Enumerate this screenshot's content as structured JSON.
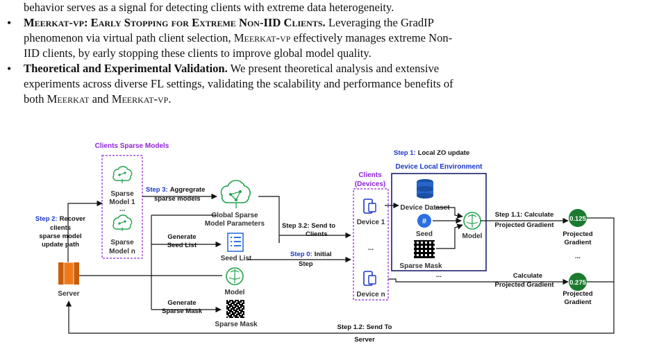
{
  "text": {
    "line0": "behavior serves as a signal for detecting clients with extreme data heterogeneity.",
    "b1_head": "Meerkat-vp: Early Stopping for Extreme Non-IID Clients.",
    "b1_l1": "Leveraging the GradIP",
    "b1_l2a": "phenomenon via virtual path client selection,",
    "b1_l2_sc": "Meerkat-vp",
    "b1_l2b": "effectively manages extreme Non-",
    "b1_l3": "IID clients, by early stopping these clients to improve global model quality.",
    "b2_head": "Theoretical and Experimental Validation.",
    "b2_l1": "We present theoretical analysis and extensive",
    "b2_l2": "experiments across diverse FL settings, validating the scalability and performance benefits of",
    "b2_l3a": "both",
    "b2_l3_sc1": "Meerkat",
    "b2_l3_and": "and",
    "b2_l3_sc2": "Meerkat-vp."
  },
  "figure": {
    "clients_sparse_models": "Clients Sparse Models",
    "sparse_model_1a": "Sparse",
    "sparse_model_1b": "Model 1",
    "ellipsis": "...",
    "sparse_model_na": "Sparse",
    "sparse_model_nb": "Model n",
    "step3_prefix": "Step 3:",
    "step3_a": "Aggregrate",
    "step3_b": "sparse models",
    "global_a": "Global Sparse",
    "global_b": "Model Parameters",
    "step2_prefix": "Step 2:",
    "step2_a": "Recover",
    "step2_b": "clients",
    "step2_c": "sparse model",
    "step2_d": "update path",
    "server": "Server",
    "gen_seed_a": "Generate",
    "gen_seed_b": "Seed List",
    "seed_list": "Seed List",
    "gen_mask_a": "Generate",
    "gen_mask_b": "Sparse Mask",
    "model": "Model",
    "sparse_mask": "Sparse Mask",
    "step32_a": "Step 3.2: Send to",
    "step32_b": "Clients",
    "step0_prefix": "Step 0:",
    "step0_a": "Initial",
    "step0_b": "Step",
    "clients_a": "Clients",
    "clients_b": "(Devices)",
    "device1": "Device 1",
    "devicen": "Device n",
    "step1_prefix": "Step 1:",
    "step1_text": "Local ZO update",
    "device_env": "Device Local Environment",
    "device_dataset": "Device Dataset",
    "seed": "Seed",
    "hash": "#",
    "env_model": "Model",
    "env_sparse_mask": "Sparse Mask",
    "step11_a": "Step 1.1: Calculate",
    "step11_b": "Projected Gradient",
    "calc_a": "Calculate",
    "calc_b": "Projected Gradient",
    "pg1_value": "0.125",
    "pg2_value": "0.275",
    "pg_a": "Projected",
    "pg_b": "Gradient",
    "step12_a": "Step 1.2: Send To",
    "step12_b": "Server",
    "colors": {
      "purple": "#8e24d8",
      "blue": "#1a36c8",
      "navy": "#1b1f6b",
      "green": "#1fa24a",
      "orange": "#ee7a1c"
    }
  }
}
